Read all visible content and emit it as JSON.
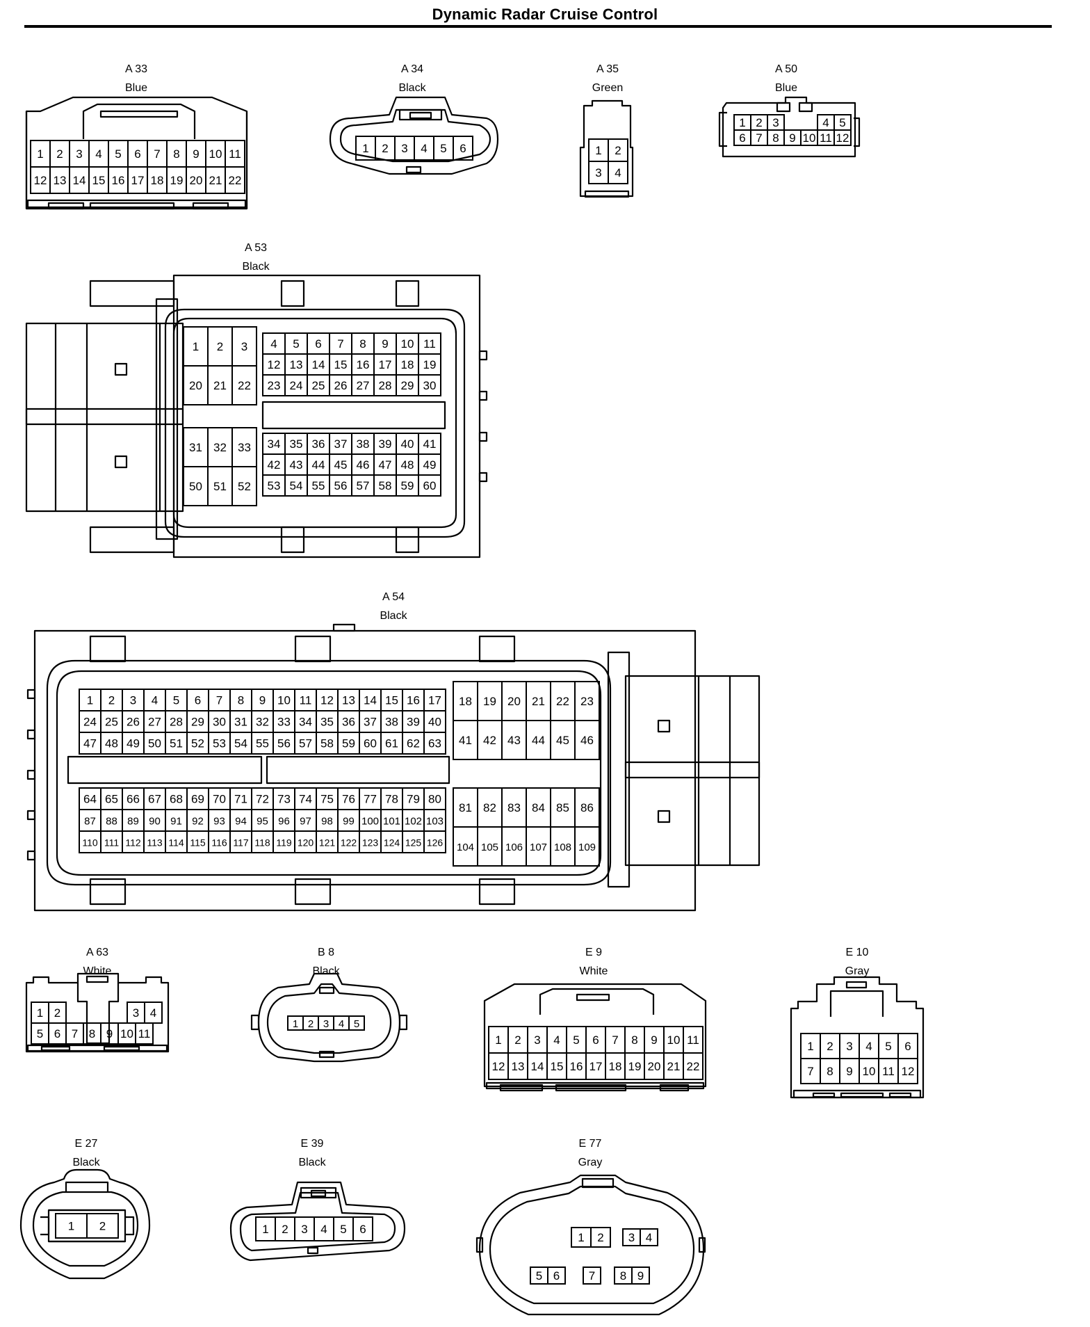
{
  "title": "Dynamic Radar Cruise Control",
  "connectors": [
    {
      "id": "A 33",
      "color": "Blue"
    },
    {
      "id": "A 34",
      "color": "Black"
    },
    {
      "id": "A 35",
      "color": "Green"
    },
    {
      "id": "A 50",
      "color": "Blue"
    },
    {
      "id": "A 53",
      "color": "Black"
    },
    {
      "id": "A 54",
      "color": "Black"
    },
    {
      "id": "A 63",
      "color": "White"
    },
    {
      "id": "B 8",
      "color": "Black"
    },
    {
      "id": "E 9",
      "color": "White"
    },
    {
      "id": "E 10",
      "color": "Gray"
    },
    {
      "id": "E 27",
      "color": "Black"
    },
    {
      "id": "E 39",
      "color": "Black"
    },
    {
      "id": "E 77",
      "color": "Gray"
    }
  ]
}
